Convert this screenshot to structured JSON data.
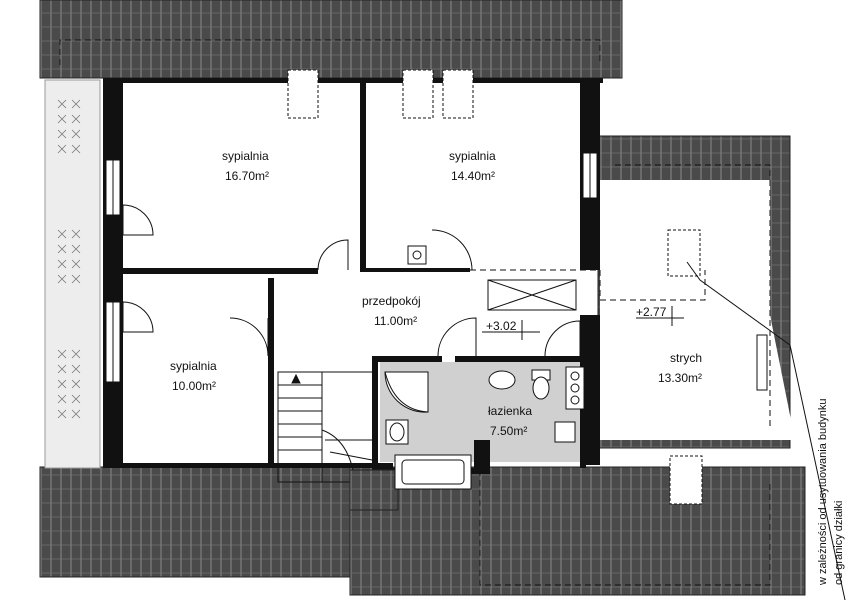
{
  "rooms": [
    {
      "name": "sypialnia",
      "area": "16.70m²"
    },
    {
      "name": "sypialnia",
      "area": "14.40m²"
    },
    {
      "name": "przedpokój",
      "area": "11.00m²"
    },
    {
      "name": "sypialnia",
      "area": "10.00m²"
    },
    {
      "name": "łazienka",
      "area": "7.50m²"
    },
    {
      "name": "strych",
      "area": "13.30m²"
    }
  ],
  "levels": {
    "upper": "+3.02",
    "attic": "+2.77"
  },
  "side_note": {
    "line1": "w zależności od usytuowania budynku",
    "line2": "od granicy działki"
  },
  "colors": {
    "roof": "#4a4a4a",
    "wall": "#111111",
    "bathroom": "#d0d0d0",
    "terrace": "#ededed"
  }
}
